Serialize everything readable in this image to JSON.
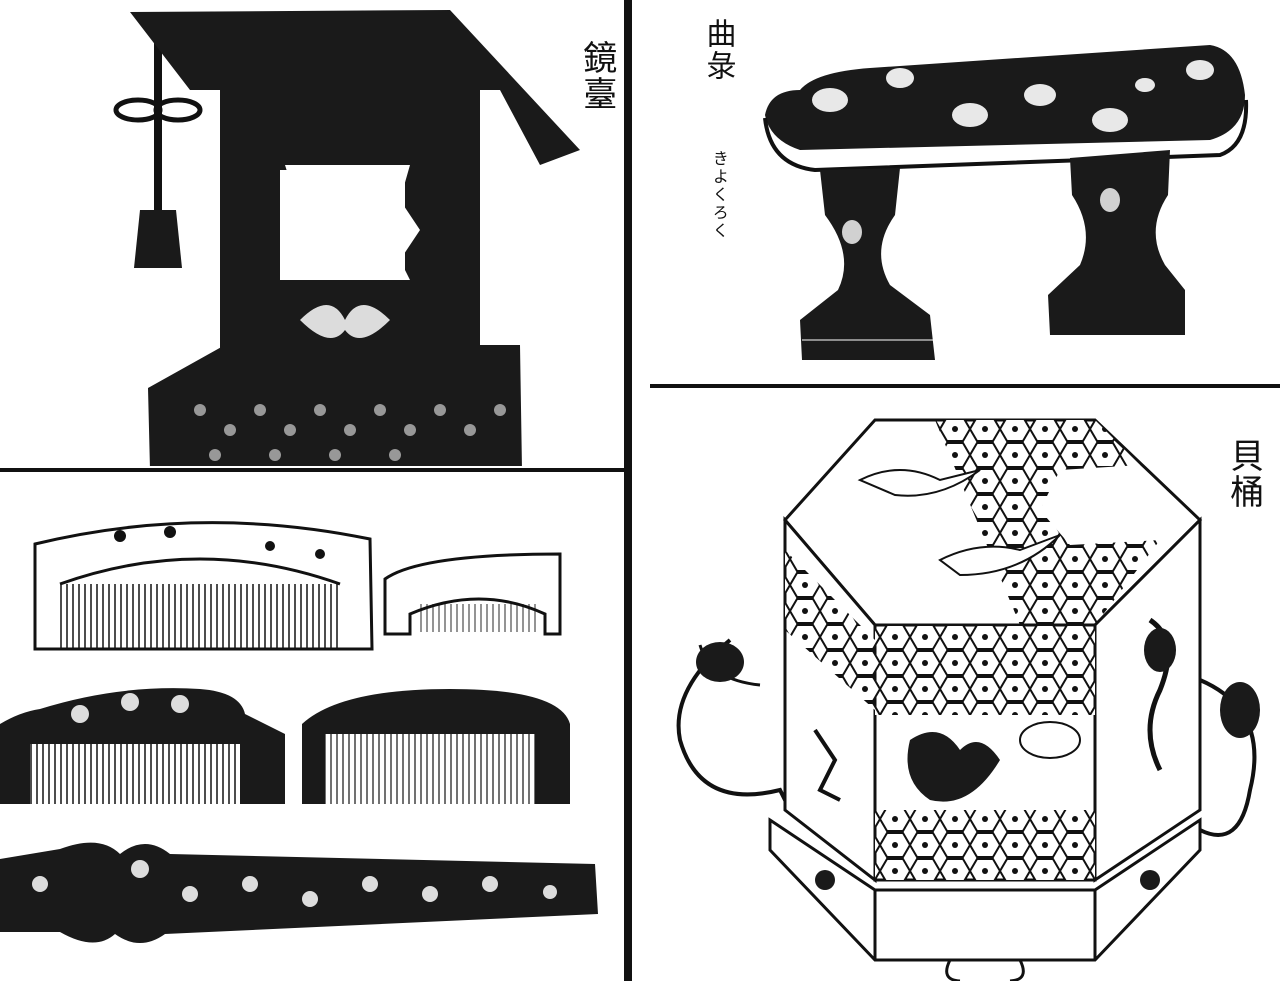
{
  "panels": {
    "kyodai": {
      "label": "鏡臺"
    },
    "kyokuroku": {
      "label": "曲彔",
      "reading": "きよくろく"
    },
    "combs": {
      "label": ""
    },
    "kaioke": {
      "label": "貝桶"
    }
  },
  "colors": {
    "ink": "#111111",
    "paper": "#ffffff",
    "lacquer": "#1a1a1a"
  }
}
